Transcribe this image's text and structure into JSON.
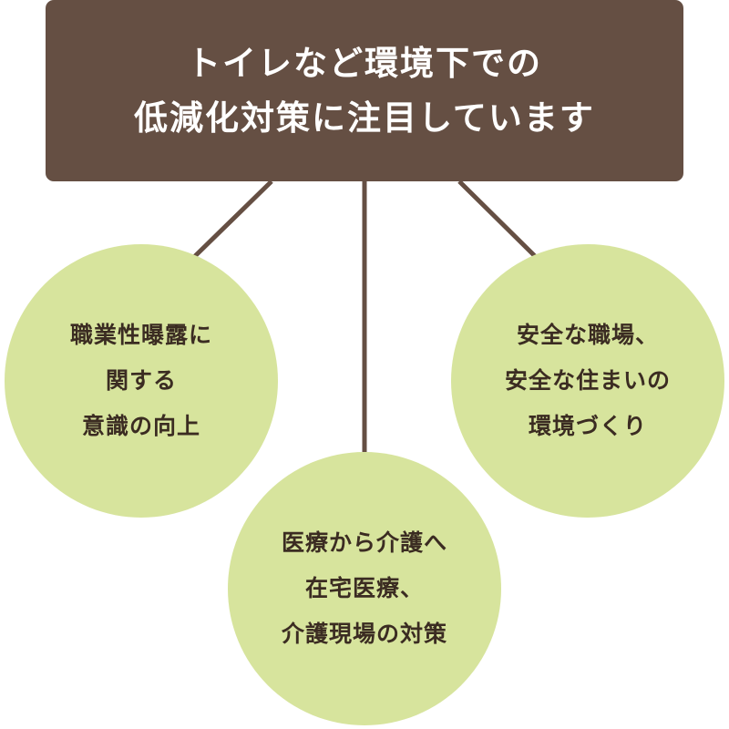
{
  "colors": {
    "title_bg": "#654f43",
    "title_text": "#ffffff",
    "circle_bg": "#d7e49d",
    "circle_text": "#3b2c22",
    "connector": "#654f43"
  },
  "title": {
    "lines": [
      "トイレなど環境下での",
      "低減化対策に注目しています"
    ]
  },
  "nodes": {
    "left": {
      "lines": [
        "職業性曝露に",
        "関する",
        "意識の向上"
      ]
    },
    "right": {
      "lines": [
        "安全な職場、",
        "安全な住まいの",
        "環境づくり"
      ]
    },
    "bottom": {
      "lines": [
        "医療から介護へ",
        "在宅医療、",
        "介護現場の対策"
      ]
    }
  }
}
